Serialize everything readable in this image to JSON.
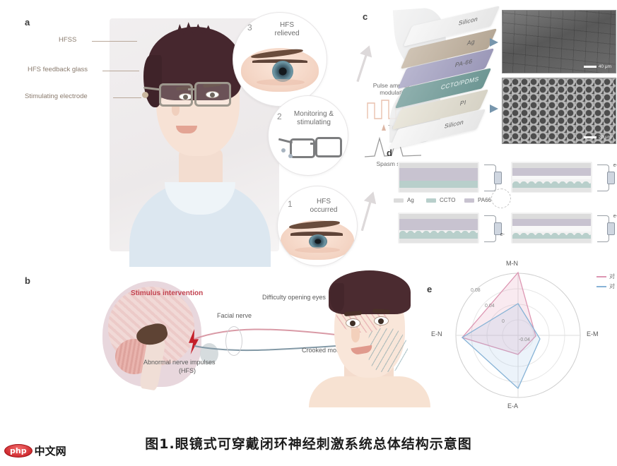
{
  "caption": {
    "text": "图1.眼镜式可穿戴闭环神经刺激系统总体结构示意图"
  },
  "watermark": {
    "php": "php",
    "cn": "中文网"
  },
  "panels": {
    "a": {
      "letter": "a",
      "labels": [
        {
          "text": "HFSS"
        },
        {
          "text": "HFS feedback glass"
        },
        {
          "text": "Stimulating electrode"
        }
      ],
      "callouts": [
        {
          "num": "3",
          "title": "HFS\nrelieved",
          "line1": "HFS",
          "line2": "relieved"
        },
        {
          "num": "2",
          "title": "Monitoring &\nstimulating",
          "line1": "Monitoring &",
          "line2": "stimulating"
        },
        {
          "num": "1",
          "title": "HFS\noccurred",
          "line1": "HFS",
          "line2": "occurred"
        }
      ],
      "waveforms": {
        "pulse_title_line1": "Pulse amplitude",
        "pulse_title_line2": "modulation",
        "trigger": "Trigger",
        "spasm": "Spasm signal"
      }
    },
    "b": {
      "letter": "b",
      "labels": [
        {
          "text": "Stimulus intervention"
        },
        {
          "text": "Abnormal nerve impulses"
        },
        {
          "text": "(HFS)"
        },
        {
          "text": "Facial nerve"
        },
        {
          "text": "Difficulty opening eyes"
        },
        {
          "text": "Crooked mouth"
        }
      ]
    },
    "c": {
      "letter": "c",
      "layers": [
        {
          "name": "Silicon"
        },
        {
          "name": "Ag"
        },
        {
          "name": "PA-66"
        },
        {
          "name": "CCTO/PDMS"
        },
        {
          "name": "PI"
        },
        {
          "name": "Silicon"
        }
      ],
      "sem": [
        {
          "scale": "40 μm"
        },
        {
          "scale": "20 μm"
        }
      ]
    },
    "d": {
      "letter": "d",
      "legend": [
        {
          "label": "Ag",
          "color": "#dcdcdc"
        },
        {
          "label": "CCTO",
          "color": "#b8cfcb"
        },
        {
          "label": "PA66",
          "color": "#c8c3d0"
        }
      ],
      "states": [
        {
          "charge_sign": "+/-"
        },
        {
          "charge_sign": "e-"
        },
        {
          "charge_sign": "e-"
        },
        {
          "charge_sign": "e-"
        }
      ]
    },
    "e": {
      "letter": "e",
      "legend": [
        {
          "label": "对",
          "color": "#e6a8bf"
        },
        {
          "label": "对",
          "color": "#9cc4dd"
        }
      ]
    }
  },
  "chart_data": {
    "type": "radar",
    "title": "",
    "categories": [
      "M-N",
      "E-M",
      "E-A",
      "E-N"
    ],
    "tick_labels": [
      "0.08",
      "0.04",
      "0",
      "-0.04"
    ],
    "ticks": [
      0.08,
      0.04,
      0,
      -0.04
    ],
    "rlim": [
      -0.08,
      0.1
    ],
    "grid": true,
    "legend_position": "top-right",
    "series": [
      {
        "name": "对",
        "color": "#e6a8bf",
        "values": [
          0.095,
          0.005,
          -0.035,
          0.055
        ]
      },
      {
        "name": "对",
        "color": "#9cc4dd",
        "values": [
          0.035,
          0.01,
          0.06,
          0.058
        ]
      }
    ]
  }
}
